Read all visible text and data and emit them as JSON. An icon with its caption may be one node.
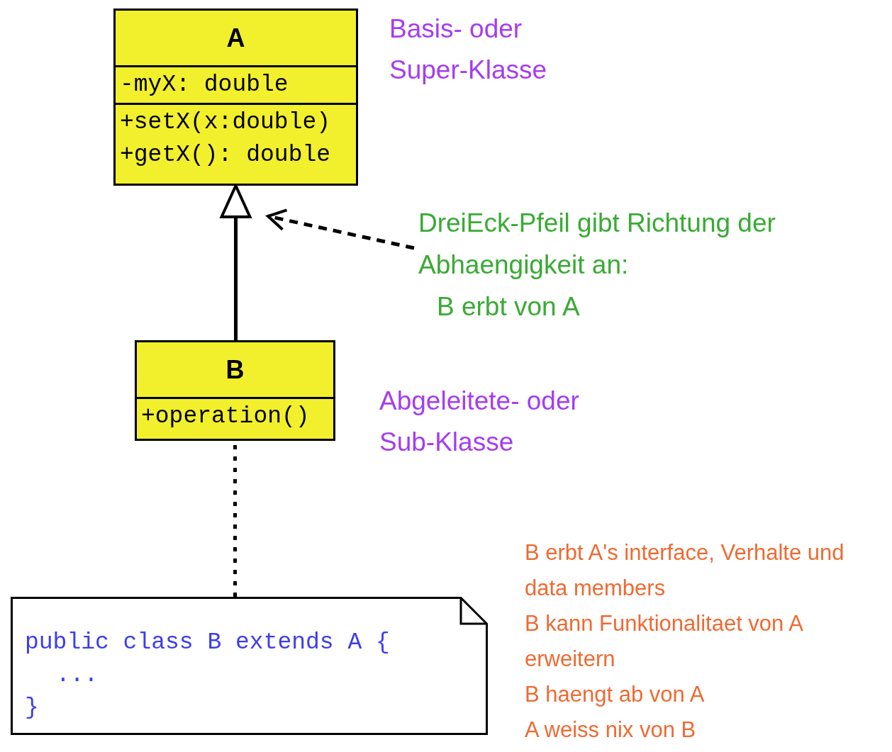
{
  "diagram": {
    "nodes": [
      {
        "text": [
          "A",
          "-myX: double",
          "+setX(x:double) +getX(): double"
        ],
        "beside": [
          "Basis- oder Super-Klasse"
        ]
      },
      {
        "text": [
          "B",
          "+operation()"
        ],
        "beside": [
          "Abgeleitete- oder Sub-Klasse"
        ]
      },
      {
        "text": [
          "public class B extends A {",
          "...",
          "}"
        ]
      },
      {
        "text": [
          "DreiEck-Pfeil gibt Richtung der Abhaengigkeit an:",
          "B erbt von A"
        ]
      }
    ],
    "edges": [
      {
        "from": 1,
        "to": 0,
        "arrow": "to"
      },
      {
        "from": 2,
        "to": 1,
        "arrow": "none",
        "style": "dashed"
      },
      {
        "from": 3,
        "to": null,
        "arrow": "to",
        "style": "dashed"
      }
    ],
    "labels": [
      "B erbt A's interface, Verhalte und data members",
      "B kann Funktionalitaet von A erweitern",
      "B haengt ab von A",
      "A weiss nix von B"
    ]
  }
}
